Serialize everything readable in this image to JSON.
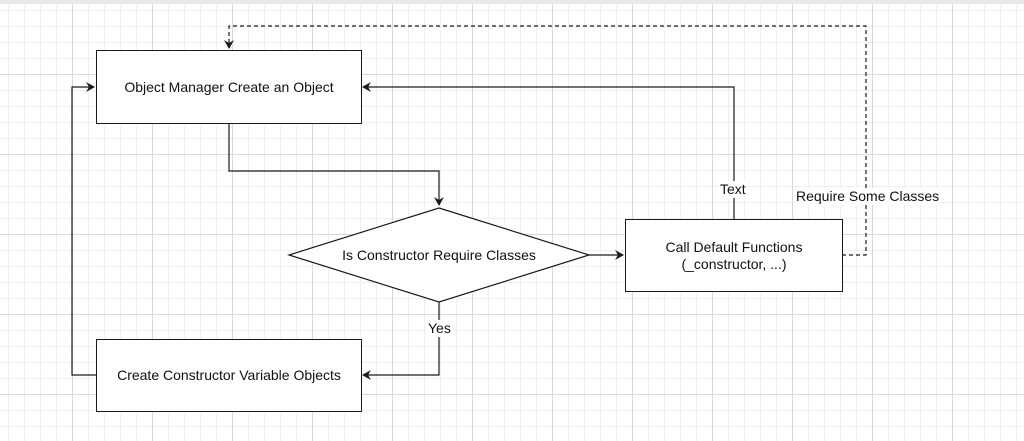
{
  "diagram": {
    "nodes": {
      "create_object": {
        "label": "Object Manager Create an Object"
      },
      "decision": {
        "label": "Is Constructor Require Classes"
      },
      "call_defaults": {
        "line1": "Call Default Functions",
        "line2": "(_constructor, ...)"
      },
      "create_vars": {
        "label": "Create Constructor Variable Objects"
      }
    },
    "edges": {
      "text_label": "Text",
      "require_label": "Require Some Classes",
      "yes_label": "Yes"
    }
  },
  "colors": {
    "stroke": "#1a1a1a",
    "grid_major": "#d9d9d9",
    "grid_minor": "#efefef"
  }
}
